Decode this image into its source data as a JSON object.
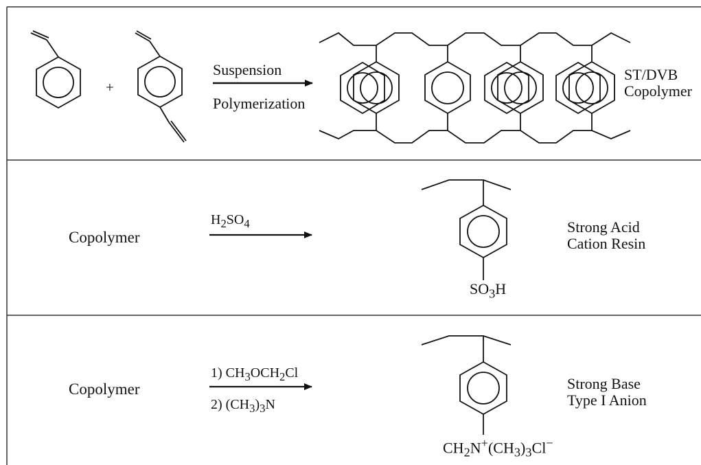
{
  "panels": [
    {
      "reagent_top": "Suspension",
      "reagent_bottom": "Polymerization",
      "plus": "+",
      "product_line1": "ST/DVB",
      "product_line2": "Copolymer"
    },
    {
      "reactant": "Copolymer",
      "reagent": {
        "a": "H",
        "a_sub": "2",
        "b": "SO",
        "b_sub": "4"
      },
      "substituent": {
        "a": "SO",
        "a_sub": "3",
        "b": "H"
      },
      "product_line1": "Strong Acid",
      "product_line2": "Cation Resin"
    },
    {
      "reactant": "Copolymer",
      "reagent1": {
        "a": "1) CH",
        "a_sub": "3",
        "b": "OCH",
        "b_sub": "2",
        "c": "Cl"
      },
      "reagent2": {
        "a": "2) (CH",
        "a_sub": "3",
        "b": ")",
        "b_sub": "3",
        "c": "N"
      },
      "substituent": {
        "a": "CH",
        "a_sub": "2",
        "b": "N",
        "b_sup": "+",
        "c": "(CH",
        "c_sub": "3",
        "d": ")",
        "d_sub": "3",
        "e": "Cl",
        "e_sup": "−"
      },
      "product_line1": "Strong Base",
      "product_line2": "Type I Anion"
    }
  ]
}
